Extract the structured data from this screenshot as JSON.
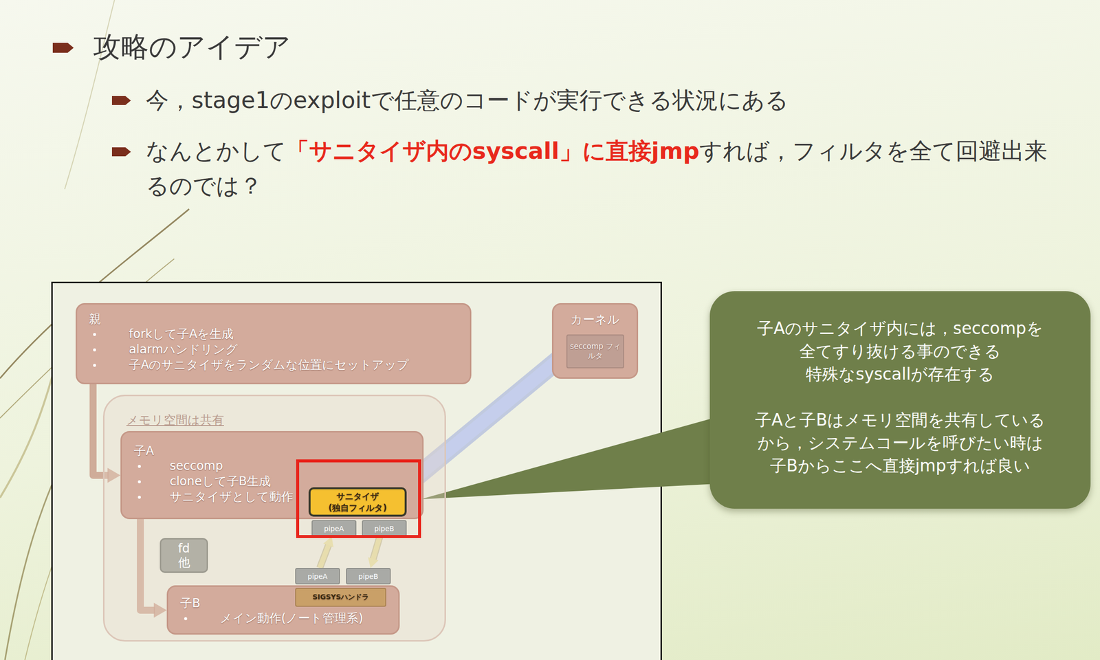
{
  "diagram": {
    "title": "攻略のアイデア",
    "nodes": [
      {
        "text": [
          "親",
          "forkして子Aを生成",
          "alarmハンドリング",
          "子Aのサニタイザをランダムな位置にセットアップ"
        ]
      },
      {
        "text": [
          "カーネル"
        ]
      },
      {
        "text": [
          "seccomp フィルタ"
        ],
        "in": 1
      },
      {
        "text": [
          "メモリ空間は共有"
        ]
      },
      {
        "text": [
          "子A",
          "seccomp",
          "cloneして子B生成",
          "サニタイザとして動作"
        ],
        "in": 3
      },
      {
        "text": [
          "サニタイザ (独自フィルタ)"
        ],
        "in": 4
      },
      {
        "text": [
          "pipeA"
        ],
        "in": 3
      },
      {
        "text": [
          "pipeB"
        ],
        "in": 3
      },
      {
        "text": [
          "fd 他"
        ],
        "in": 3
      },
      {
        "text": [
          "子B",
          "メイン動作(ノート管理系)"
        ],
        "in": 3
      },
      {
        "text": [
          "pipeA"
        ],
        "in": 3
      },
      {
        "text": [
          "pipeB"
        ],
        "in": 3
      },
      {
        "text": [
          "SIGSYSハンドラ"
        ],
        "in": 9
      },
      {
        "text": [
          "子Aのサニタイザ内には，seccompを 全てすり抜ける事のできる 特殊なsyscallが存在する",
          "子Aと子Bはメモリ空間を共有している から，システムコールを呼びたい時は 子Bからここへ直接jmpすれば良い"
        ]
      }
    ],
    "edges": [
      {
        "from": 0,
        "to": 4,
        "arrow": "to"
      },
      {
        "from": 4,
        "to": 9,
        "arrow": "to"
      },
      {
        "from": 10,
        "to": 6,
        "arrow": "to"
      },
      {
        "from": 7,
        "to": 11,
        "arrow": "to"
      },
      {
        "from": 5,
        "to": 2,
        "arrow": "none"
      }
    ],
    "labels": [
      "今，stage1のexploitで任意のコードが実行できる状況にある",
      "なんとかして",
      "「サニタイザ内のsyscall」に直接jmp",
      "すれば，フィルタを全て回避出来るのでは？"
    ]
  }
}
